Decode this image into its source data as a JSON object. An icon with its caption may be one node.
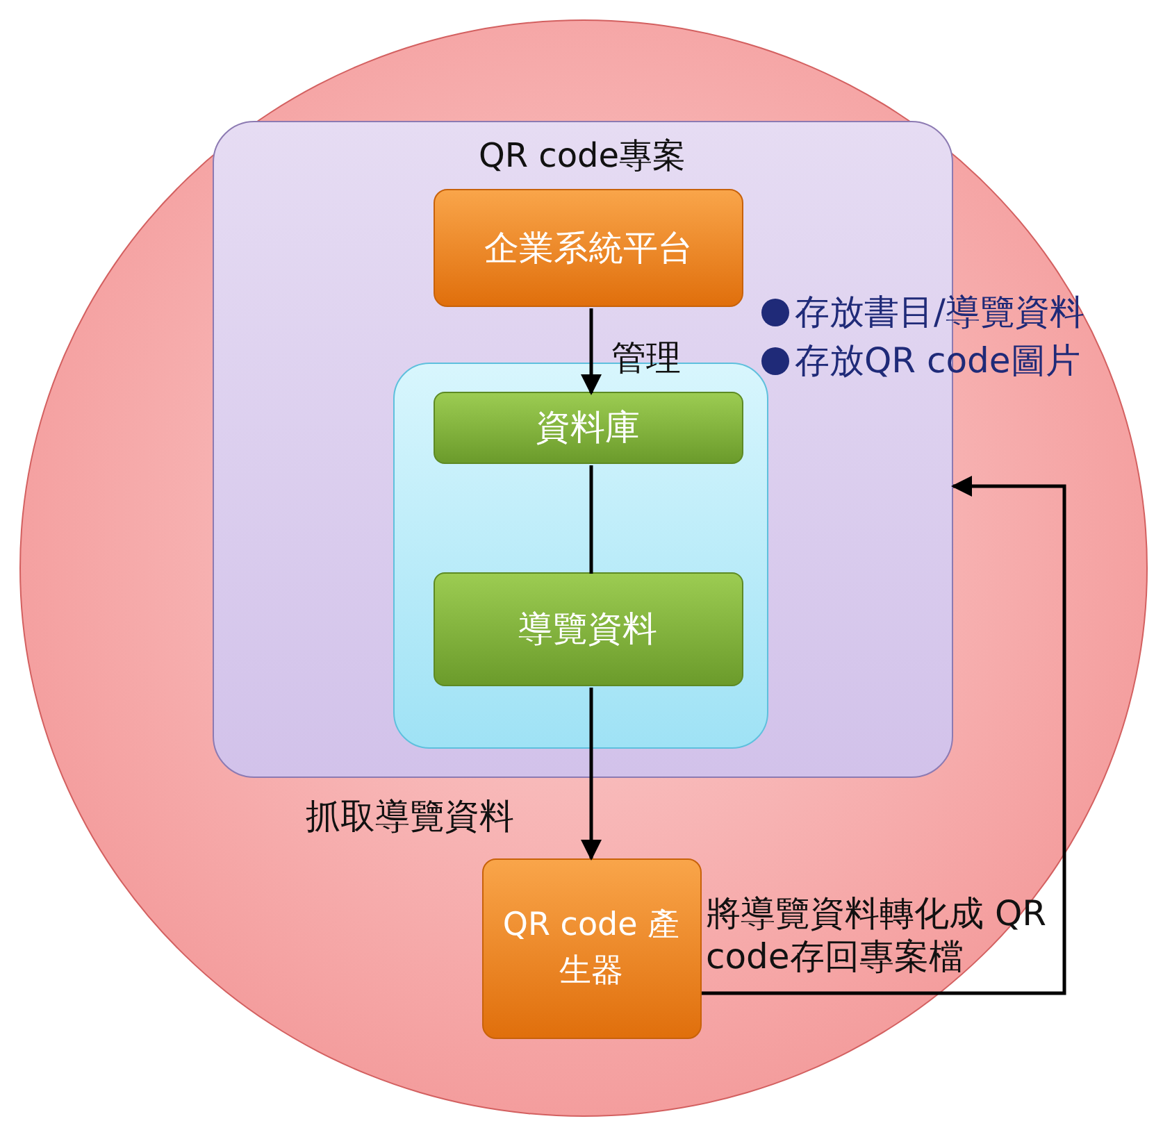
{
  "diagram": {
    "nodes": [
      {
        "text": [],
        "shape": "circle"
      },
      {
        "text": [
          "QR code專案"
        ],
        "in": 0
      },
      {
        "text": [
          "企業系統平台"
        ],
        "in": 1
      },
      {
        "text": [],
        "shape": "box",
        "in": 1
      },
      {
        "text": [
          "資料庫"
        ],
        "in": 3
      },
      {
        "text": [
          "導覽資料"
        ],
        "in": 3
      },
      {
        "text": [
          "QR code 產生器"
        ],
        "in": 0
      }
    ],
    "edges": [
      {
        "from": 2,
        "to": 4,
        "arrow": "to",
        "label": "管理"
      },
      {
        "from": 4,
        "to": 5,
        "arrow": "none"
      },
      {
        "from": 5,
        "to": 6,
        "arrow": "to",
        "label": "抓取導覽資料"
      },
      {
        "from": 6,
        "to": 1,
        "arrow": "to",
        "label": "將導覽資料轉化成 QR code存回專案檔"
      }
    ],
    "labels": [
      "存放書目/導覽資料",
      "存放QR code圖片"
    ]
  }
}
